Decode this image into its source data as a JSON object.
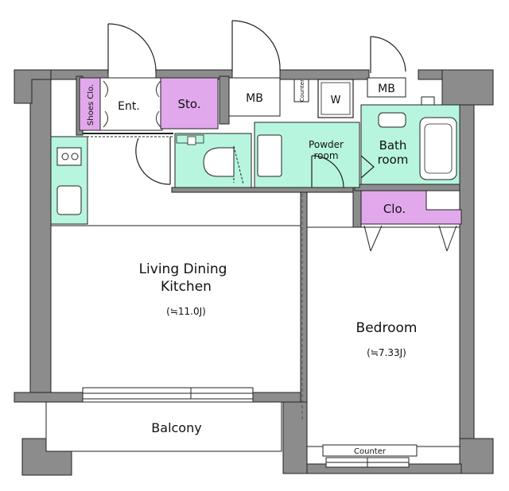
{
  "colors": {
    "wall": "#8c8c8c",
    "wet": "#b7f5de",
    "storage": "#e2a8ec",
    "line": "#222222",
    "floor": "#ffffff"
  },
  "rooms": {
    "ldk_line1": "Living Dining",
    "ldk_line2": "Kitchen",
    "ldk_area": "(≒11.0J)",
    "bedroom": "Bedroom",
    "bedroom_area": "(≒7.33J)",
    "balcony": "Balcony",
    "entrance": "Ent.",
    "storage": "Sto.",
    "shoes_closet": "Shoes Clo.",
    "mb_left": "MB",
    "mb_right": "MB",
    "counter_small": "Counter",
    "washer": "W",
    "powder_line1": "Powder",
    "powder_line2": "room",
    "bath_line1": "Bath",
    "bath_line2": "room",
    "closet": "Clo.",
    "counter_bottom": "Counter"
  }
}
